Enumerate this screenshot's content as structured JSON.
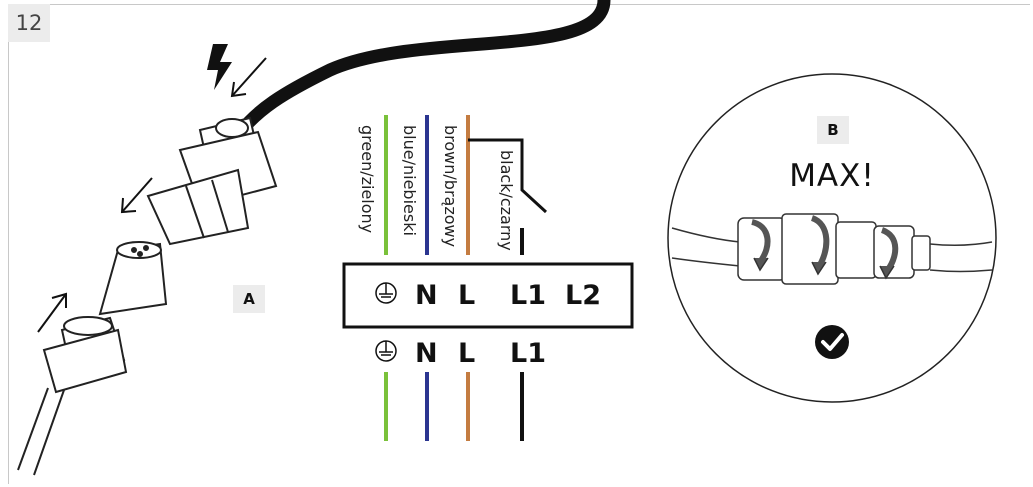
{
  "step_number": "12",
  "callouts": {
    "a": "A",
    "b": "B"
  },
  "max_label": "MAX!",
  "wire_labels": {
    "green": "green/zielony",
    "blue": "blue/niebieski",
    "brown": "brown/brązowy",
    "black": "black/czarny"
  },
  "terminal_block": {
    "n": "N",
    "l": "L",
    "l1": "L1",
    "l2": "L2"
  },
  "bottom_terminals": {
    "n": "N",
    "l": "L",
    "l1": "L1"
  },
  "colors": {
    "green": "#7ac13a",
    "blue": "#2b3590",
    "brown": "#c47c41",
    "black": "#111111"
  },
  "icons": [
    "lightning-icon",
    "ground-symbol-icon",
    "check-circle-icon",
    "arrow-icon"
  ]
}
